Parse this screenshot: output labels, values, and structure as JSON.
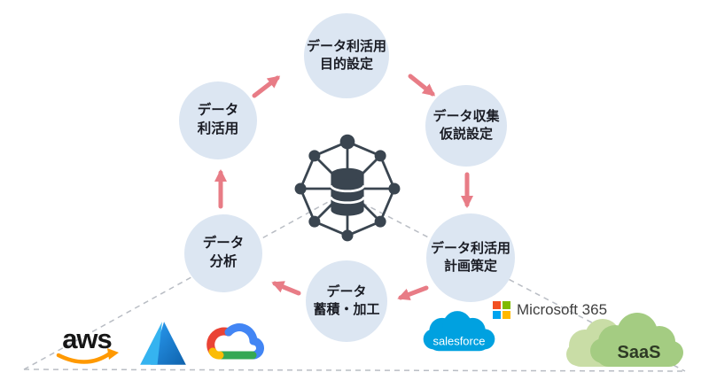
{
  "diagram": {
    "steps": [
      {
        "name": "purpose-setting",
        "lines": [
          "データ利活用",
          "目的設定"
        ]
      },
      {
        "name": "data-collection",
        "lines": [
          "データ収集",
          "仮説設定"
        ]
      },
      {
        "name": "plan-formulation",
        "lines": [
          "データ利活用",
          "計画策定"
        ]
      },
      {
        "name": "storage-processing",
        "lines": [
          "データ",
          "蓄積・加工"
        ]
      },
      {
        "name": "data-analysis",
        "lines": [
          "データ",
          "分析"
        ]
      },
      {
        "name": "data-utilization",
        "lines": [
          "データ",
          "利活用"
        ]
      }
    ],
    "center_icon": "database-network-icon",
    "logos": {
      "aws": {
        "icon": "aws-logo",
        "label": "aws"
      },
      "azure": {
        "icon": "azure-logo"
      },
      "google_cloud": {
        "icon": "google-cloud-logo"
      },
      "salesforce": {
        "icon": "salesforce-cloud-logo",
        "label": "salesforce"
      },
      "microsoft365": {
        "icon": "microsoft-squares-icon",
        "label": "Microsoft 365"
      },
      "saas": {
        "icon": "saas-cloud",
        "label": "SaaS"
      }
    },
    "colors": {
      "step_circle_fill": "#dce6f2",
      "step_text": "#1a1c24",
      "arrow": "#e87c86",
      "center_icon": "#3a4550",
      "dashed_line": "#b9bdc4",
      "aws_orange": "#ff9900",
      "azure_blue_light": "#35b3f0",
      "azure_blue_dark": "#0f62ac",
      "google_blue": "#4285f4",
      "google_red": "#ea4335",
      "google_yellow": "#fbbc05",
      "google_green": "#34a853",
      "salesforce_blue": "#00a1e0",
      "ms_red": "#f25022",
      "ms_green": "#7fba00",
      "ms_blue": "#00a4ef",
      "ms_yellow": "#ffb900",
      "saas_green": "#a4cc82",
      "saas_green_light": "#c9dda6"
    }
  }
}
